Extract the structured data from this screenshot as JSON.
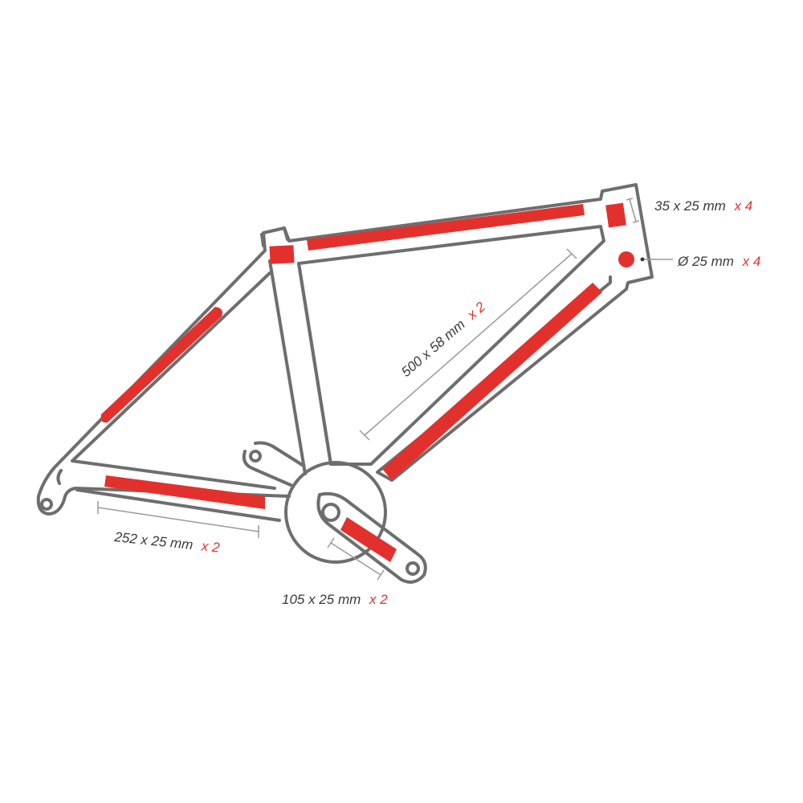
{
  "colors": {
    "frame_stroke": "#6e6e6e",
    "protector": "#e2312d",
    "label": "#3a3a3a",
    "quantity": "#e2312d",
    "dimension_line": "#9a9a9a",
    "background": "#ffffff"
  },
  "labels": {
    "headtube_patch": {
      "size": "35 x 25 mm",
      "qty": "x 4"
    },
    "round_patch": {
      "size": "Ø 25 mm",
      "qty": "x 4"
    },
    "downtube_strip": {
      "size": "500 x 58 mm",
      "qty": "x 2"
    },
    "chainstay_strip": {
      "size": "252 x 25 mm",
      "qty": "x 2"
    },
    "crank_strip": {
      "size": "105 x 25 mm",
      "qty": "x 2"
    }
  }
}
